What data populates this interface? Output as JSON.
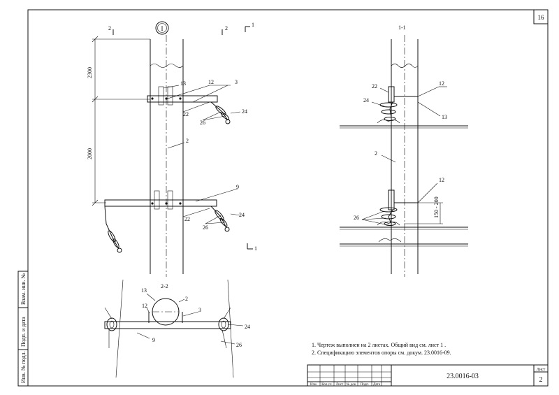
{
  "sheet_number": "16",
  "section_marker": "I",
  "section_labels": {
    "cut_1_left": "1",
    "cut_1_right": "1",
    "cut_2_left": "2",
    "cut_2_right": "2",
    "view_1_1": "1-1",
    "view_2_2": "2-2"
  },
  "dimensions": {
    "top": "2300",
    "middle": "2000",
    "bracket_spacing": "150 - 200"
  },
  "callouts_front": [
    "13",
    "12",
    "3",
    "22",
    "26",
    "24",
    "2",
    "9",
    "22",
    "26",
    "24"
  ],
  "callouts_side": [
    "22",
    "12",
    "24",
    "13",
    "2",
    "12",
    "26"
  ],
  "callouts_plan": [
    "13",
    "2",
    "12",
    "3",
    "9",
    "24",
    "26"
  ],
  "notes": [
    "1. Чертеж выполнен на 2 листах. Общий вид см. лист 1 .",
    "2. Спецификацию элементов опоры см. докум. 23.0016-09."
  ],
  "title_block": {
    "document_code": "23.0016-03",
    "sheet_label": "Лист",
    "sheet_value": "2",
    "columns": [
      "Изм.",
      "Кол.уч.",
      "Лист",
      "№ док.",
      "Подп.",
      "Дата"
    ]
  },
  "side_stamps": [
    "Инв. № подл.",
    "Подп. и дата",
    "Взам. инв. №"
  ]
}
